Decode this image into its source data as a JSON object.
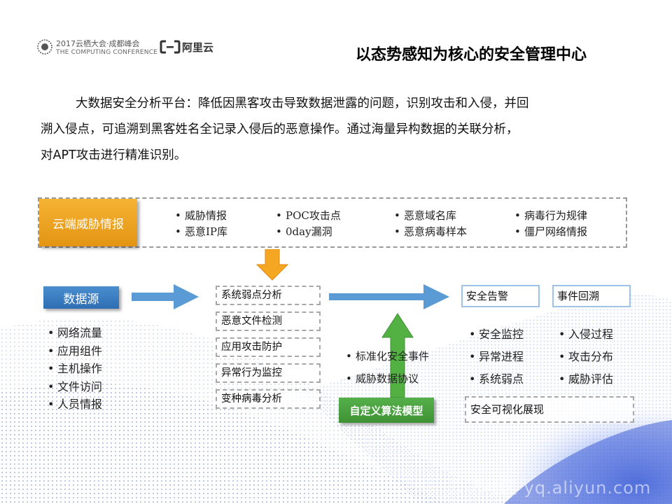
{
  "header": {
    "conference_line1": "2017云栖大会·成都峰会",
    "conference_line2": "THE COMPUTING CONFERENCE",
    "brand": "阿里云",
    "title": "以态势感知为核心的安全管理中心"
  },
  "intro": {
    "line1": "大数据安全分析平台：降低因黑客攻击导致数据泄露的问题，识别攻击和入侵，并回",
    "line2": "溯入侵点，可追溯到黑客姓名全记录入侵后的恶意操作。通过海量异构数据的关联分析，",
    "line3": "对APT攻击进行精准识别。"
  },
  "cloud_threat": {
    "label": "云端威胁情报",
    "items": [
      "威胁情报",
      "恶意IP库",
      "POC攻击点",
      "0day漏洞",
      "恶意域名库",
      "恶意病毒样本",
      "病毒行为规律",
      "僵尸网络情报"
    ]
  },
  "data_source": {
    "label": "数据源",
    "items": [
      "网络流量",
      "应用组件",
      "主机操作",
      "文件访问",
      "人员情报"
    ]
  },
  "analysis_steps": [
    "系统弱点分析",
    "恶意文件检测",
    "应用攻击防护",
    "异常行为监控",
    "变种病毒分析"
  ],
  "custom_model": {
    "label": "自定义算法模型",
    "items": [
      "标准化安全事件",
      "威胁数据协议"
    ]
  },
  "security_alert": {
    "label": "安全告警",
    "items": [
      "安全监控",
      "异常进程",
      "系统弱点"
    ]
  },
  "event_trace": {
    "label": "事件回溯",
    "items": [
      "入侵过程",
      "攻击分布",
      "威胁评估"
    ]
  },
  "visualization": {
    "label": "安全可视化展现"
  },
  "watermark": "云栖社区 yq.aliyun.com",
  "colors": {
    "orange": "#f2a31c",
    "blue_box": "#3b7fc4",
    "green": "#4aa340",
    "arrow_blue": "#5b9bd5",
    "arrow_orange": "#f5a623",
    "arrow_green": "#53b043"
  }
}
